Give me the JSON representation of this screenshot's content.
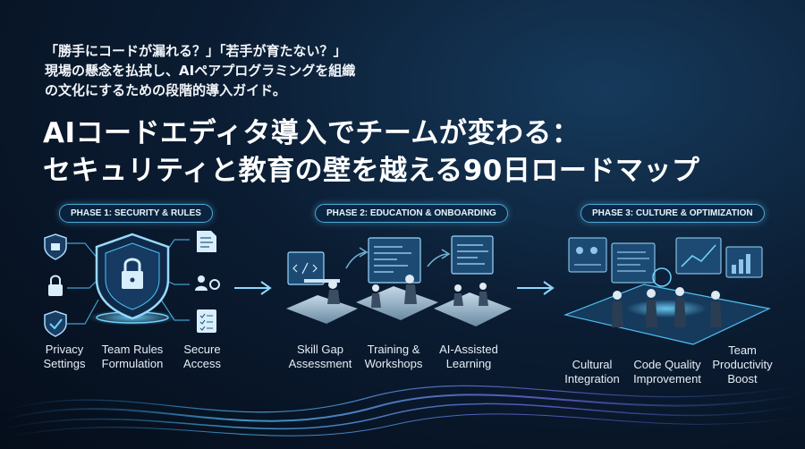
{
  "subtitle": {
    "line1": "「勝手にコードが漏れる？」「若手が育たない？」",
    "line2": "現場の懸念を払拭し、AIペアプログラミングを組織",
    "line3": "の文化にするための段階的導入ガイド。"
  },
  "title": {
    "line1": "AIコードエディタ導入でチームが変わる：",
    "line2": "セキュリティと教育の壁を越える90日ロードマップ"
  },
  "phases": [
    {
      "badge": "PHASE 1: SECURITY & RULES",
      "items": [
        {
          "label1": "Privacy",
          "label2": "Settings"
        },
        {
          "label1": "Team Rules",
          "label2": "Formulation"
        },
        {
          "label1": "Secure",
          "label2": "Access"
        }
      ]
    },
    {
      "badge": "PHASE 2: EDUCATION & ONBOARDING",
      "items": [
        {
          "label1": "Skill Gap",
          "label2": "Assessment"
        },
        {
          "label1": "Training &",
          "label2": "Workshops"
        },
        {
          "label1": "AI-Assisted",
          "label2": "Learning"
        }
      ]
    },
    {
      "badge": "PHASE 3: CULTURE & OPTIMIZATION",
      "items": [
        {
          "label1": "Cultural",
          "label2": "Integration"
        },
        {
          "label1": "Code Quality",
          "label2": "Improvement"
        },
        {
          "label1": "Team",
          "label2": "Productivity",
          "label3": "Boost"
        }
      ]
    }
  ],
  "colors": {
    "accent": "#4fc3f7",
    "badge_border": "#4fa8d8",
    "wave": "#3fa9f5"
  }
}
